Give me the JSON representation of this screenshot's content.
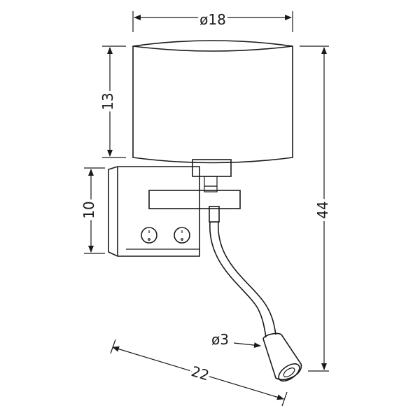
{
  "dimensions": {
    "shade_diameter": "ø18",
    "shade_height": "13",
    "base_height": "10",
    "total_height": "44",
    "reading_diameter": "ø3",
    "projection": "22"
  }
}
